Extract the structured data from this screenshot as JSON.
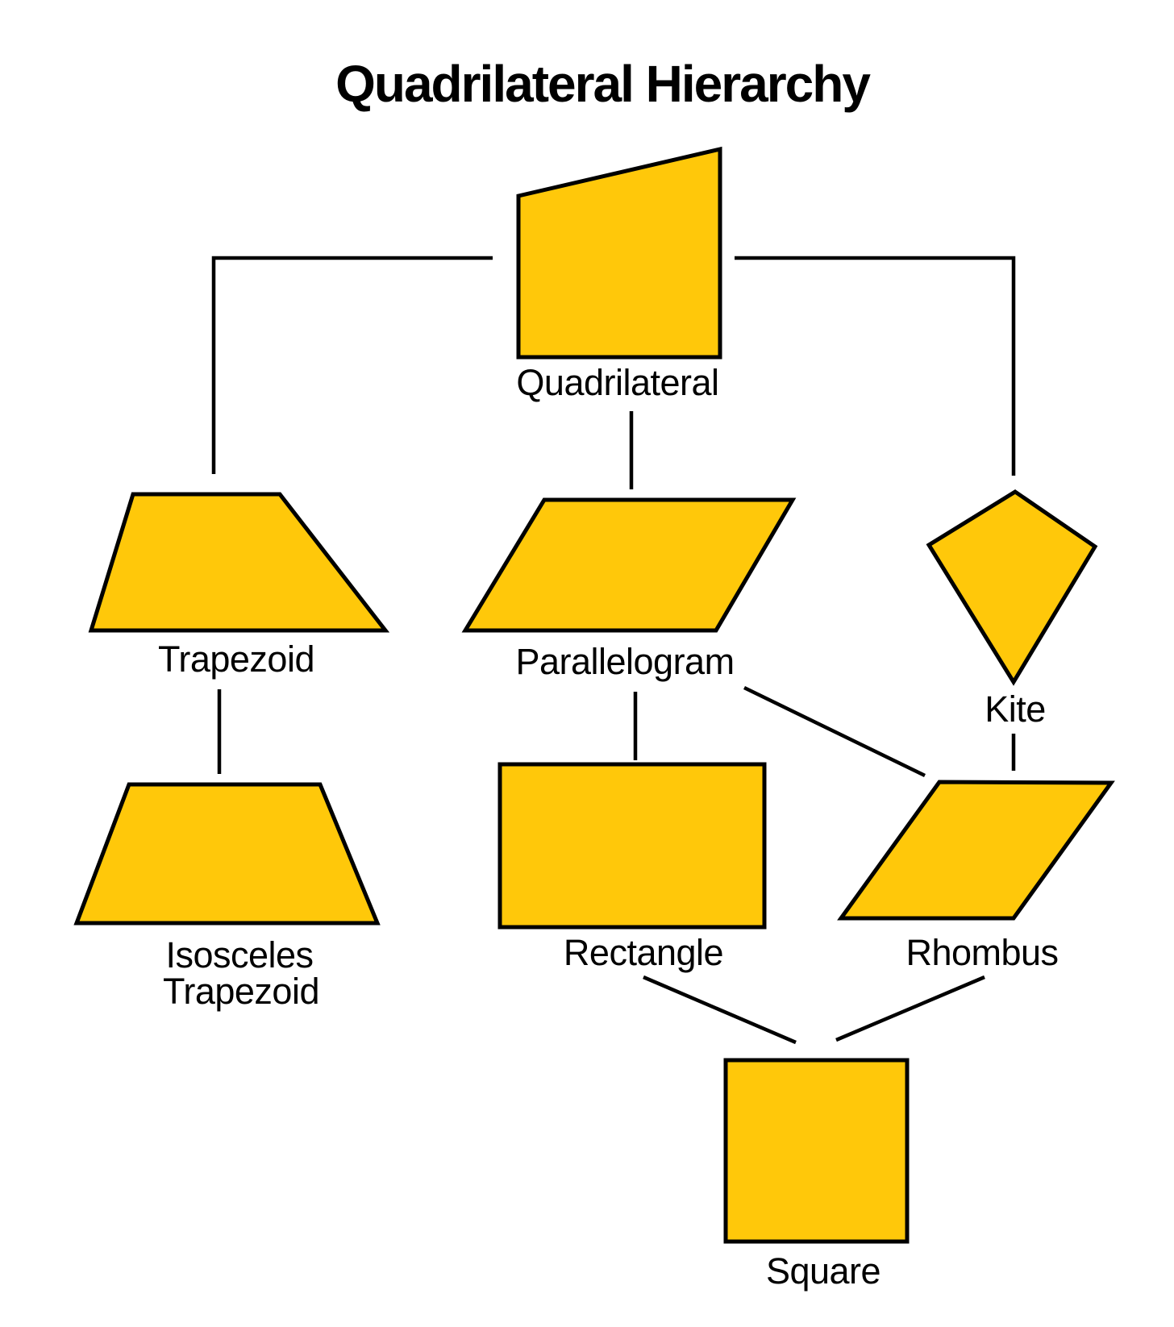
{
  "title": "Quadrilateral Hierarchy",
  "nodes": {
    "quadrilateral": {
      "label": "Quadrilateral"
    },
    "trapezoid": {
      "label": "Trapezoid"
    },
    "parallelogram": {
      "label": "Parallelogram"
    },
    "kite": {
      "label": "Kite"
    },
    "isosceles_trapezoid": {
      "label": "Isosceles Trapezoid",
      "label_lines": [
        "Isosceles",
        "Trapezoid"
      ]
    },
    "rectangle": {
      "label": "Rectangle"
    },
    "rhombus": {
      "label": "Rhombus"
    },
    "square": {
      "label": "Square"
    }
  },
  "edges": [
    {
      "from": "Quadrilateral",
      "to": "Trapezoid"
    },
    {
      "from": "Quadrilateral",
      "to": "Parallelogram"
    },
    {
      "from": "Quadrilateral",
      "to": "Kite"
    },
    {
      "from": "Trapezoid",
      "to": "Isosceles Trapezoid"
    },
    {
      "from": "Parallelogram",
      "to": "Rectangle"
    },
    {
      "from": "Parallelogram",
      "to": "Rhombus"
    },
    {
      "from": "Kite",
      "to": "Rhombus"
    },
    {
      "from": "Rectangle",
      "to": "Square"
    },
    {
      "from": "Rhombus",
      "to": "Square"
    }
  ],
  "colors": {
    "shape_fill": "#FFC80A",
    "shape_stroke": "#000000",
    "connector": "#000000",
    "text": "#000000",
    "background": "#FFFFFF"
  }
}
